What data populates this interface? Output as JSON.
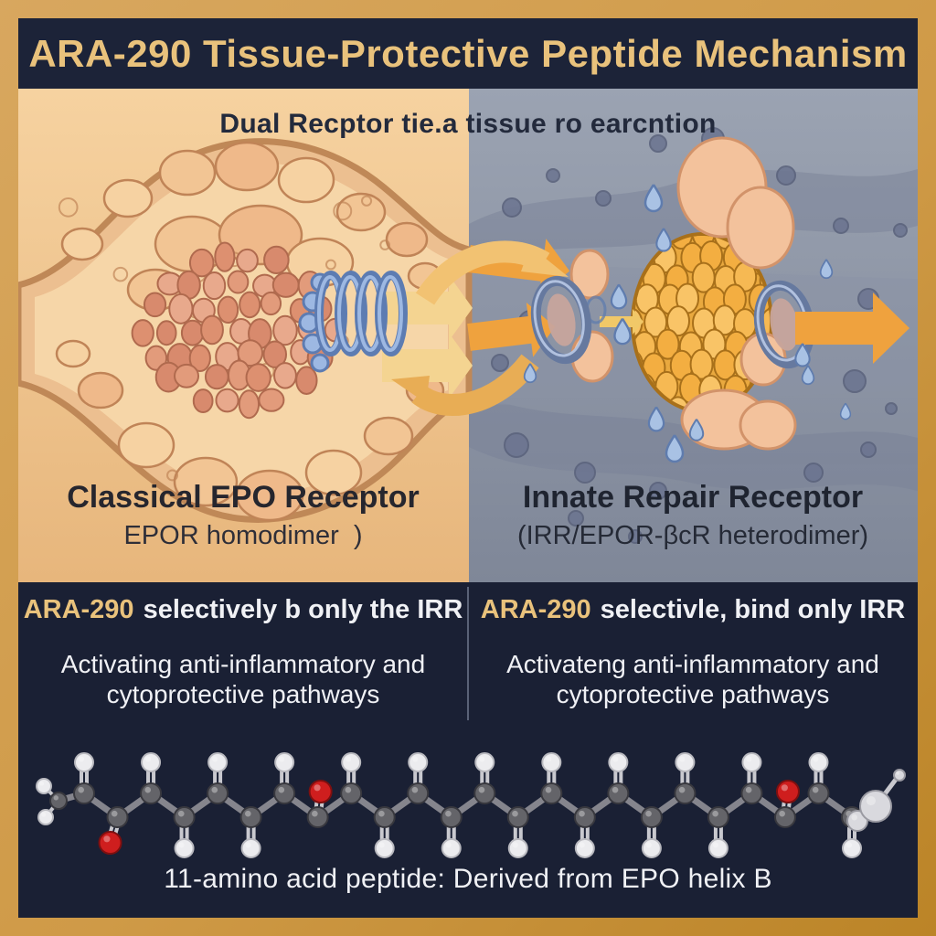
{
  "title": "ARA-290 Tissue-Protective Peptide Mechanism",
  "subtitle": "Dual Recptor tie.a tissue ro earcntion",
  "panels": {
    "left": {
      "heading": "Classical EPO Receptor",
      "subheading": "EPOR homodimer  )",
      "note_highlight": "ARA-290",
      "note_rest": "selectively b only the IRR",
      "note_line2": "Activating anti-inflammatory and",
      "note_line3": "cytoprotective pathways"
    },
    "right": {
      "heading": "Innate Repair Receptor",
      "subheading": "(IRR/EPOR-βcR heterodimer)",
      "note_highlight": "ARA-290",
      "note_rest": "selectivle, bind only IRR",
      "note_line2": "Activateng anti-inflammatory and",
      "note_line3": "cytoprotective pathways"
    }
  },
  "molecule": {
    "caption": "11-amino acid peptide: Derived from EPO helix B",
    "type": "ball-and-stick chain",
    "backbone_count": 24,
    "oxygen_indices": [
      1,
      7,
      21
    ],
    "atom_colors": {
      "carbon": "#646469",
      "carbon_stroke": "#38383e",
      "hydrogen": "#ececef",
      "hydrogen_stroke": "#b9b9bf",
      "oxygen": "#cf1e1e",
      "oxygen_stroke": "#7e0f0f",
      "bond": "#c9c9cf",
      "backbone_bond": "#85858d",
      "end_ball": "#d9d9de",
      "end_ball_stroke": "#9a9aa2"
    }
  },
  "colors": {
    "border_gold_light": "#d8a75f",
    "border_gold_dark": "#bb8427",
    "navy": "#1a2034",
    "navy_title": "#1c2338",
    "gold_text": "#e9c27c",
    "white_text": "#f0f1f5",
    "divider": "#70788e"
  },
  "illustration": {
    "left_panel": {
      "style": "blood-vessel-cross-section",
      "bg_top": "#f6d2a0",
      "bg_bottom": "#e7b67c",
      "vessel_fill": "#ecbf90",
      "vessel_stroke": "#bf8857",
      "lumen_fill": "#f7d8ab",
      "cell_fills": [
        "#f6d2a2",
        "#f2c594",
        "#efb98a"
      ],
      "cell_stroke": "#c08457",
      "cluster_fills": [
        "#e29b7b",
        "#dd9070",
        "#e8a98c",
        "#d88a6d"
      ],
      "cluster_stroke": "#b06a4e",
      "receptor_icon": "coil-spring-receptor",
      "coil_stroke": "#5d7cb2",
      "coil_light": "#9db8e2",
      "arrow_fill": "#f4d491"
    },
    "right_panel": {
      "style": "gray-tissue-section",
      "bg_top": "#9ba3b2",
      "bg_bottom": "#7f8798",
      "wave_fill": "#7a8298",
      "tube_fill": "#8a92a4",
      "dot_fill": "#6b7490",
      "dot_stroke": "#59617b",
      "cluster_base": "#e9a93f",
      "cluster_fills": [
        "#f6b953",
        "#f3ae41",
        "#f9c467"
      ],
      "cluster_stroke": "#a8701a",
      "blob_fill": "#f3c29c",
      "blob_stroke": "#d2936a",
      "ring_icon": "receptor-ring",
      "ring_stroke": "#66799f",
      "ring_light": "#b9c9e6",
      "ring_inner": "#c7a49c",
      "arrow_fill": "#efa23e",
      "stub_arrow_fill": "#f1c868",
      "droplet_fill": "#a9c2e4",
      "droplet_stroke": "#5f7cae"
    },
    "swap_arrow_top": "#f2c272",
    "swap_arrow_bottom": "#e8ad55"
  }
}
